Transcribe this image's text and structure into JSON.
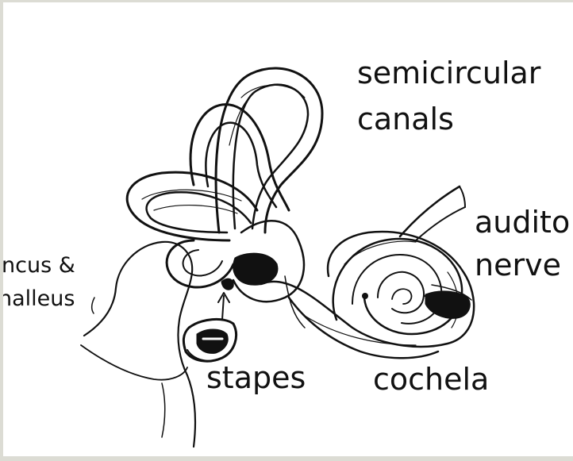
{
  "labels": {
    "semicircular_line1": "semicircular",
    "semicircular_line2": "canals",
    "auditory_line1": "audito",
    "auditory_line2": "nerve",
    "incus_line1": "ncus &",
    "incus_line2": "nalleus",
    "stapes": "stapes",
    "cochlea": "cochela"
  },
  "colors": {
    "background": "#ffffff",
    "frame": "#dcdcd4",
    "ink": "#111111"
  }
}
